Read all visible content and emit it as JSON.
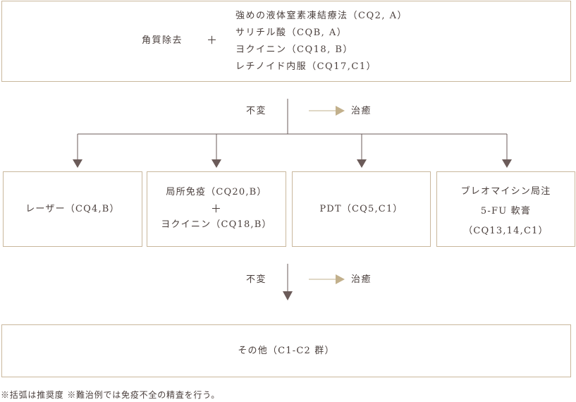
{
  "top_box": {
    "left_label": "角質除去",
    "plus": "＋",
    "items": [
      "強めの液体窒素凍結療法（CQ2, A）",
      "サリチル酸（CQB, A）",
      "ヨクイニン（CQ18, B）",
      "レチノイド内服（CQ17,C1）"
    ]
  },
  "branch_1": {
    "unchanged": "不変",
    "cured": "治癒"
  },
  "options": [
    {
      "lines": [
        "レーザー（CQ4,B）"
      ]
    },
    {
      "lines": [
        "局所免疫（CQ20,B）",
        "＋",
        "ヨクイニン（CQ18,B）"
      ]
    },
    {
      "lines": [
        "PDT（CQ5,C1）"
      ]
    },
    {
      "lines": [
        "ブレオマイシン局注",
        "5-FU 軟膏",
        "（CQ13,14,C1）"
      ]
    }
  ],
  "branch_2": {
    "unchanged": "不変",
    "cured": "治癒"
  },
  "bottom_box": {
    "label": "その他（C1-C2 群）"
  },
  "footnote": "※括弧は推奨度 ※難治例では免疫不全の精査を行う。",
  "colors": {
    "border": "#c9b79c",
    "line": "#6b5b59",
    "cured_arrow": "#c2b08c",
    "text": "#4a3f3c"
  }
}
